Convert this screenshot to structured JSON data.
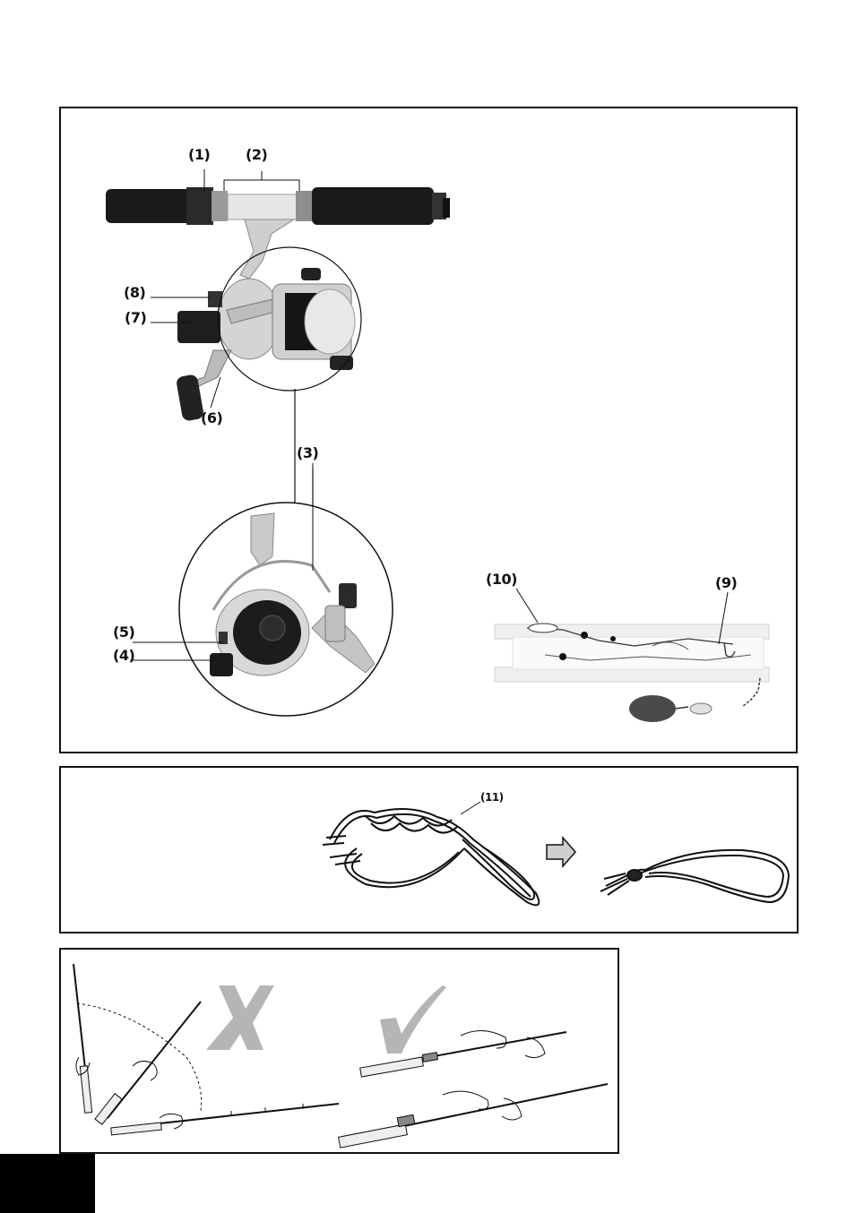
{
  "labels": {
    "l1": "(1)",
    "l2": "(2)",
    "l3": "(3)",
    "l4": "(4)",
    "l5": "(5)",
    "l6": "(6)",
    "l7": "(7)",
    "l8": "(8)",
    "l9": "(9)",
    "l10": "(10)",
    "l11": "(11)"
  },
  "icons": {
    "wrong": "cross-mark-icon",
    "right": "check-mark-icon",
    "arrow": "arrow-right-icon"
  },
  "colors": {
    "frame": "#111111",
    "mark_gray": "#b5b5b5",
    "photo_gray": "#bdbdbd"
  }
}
